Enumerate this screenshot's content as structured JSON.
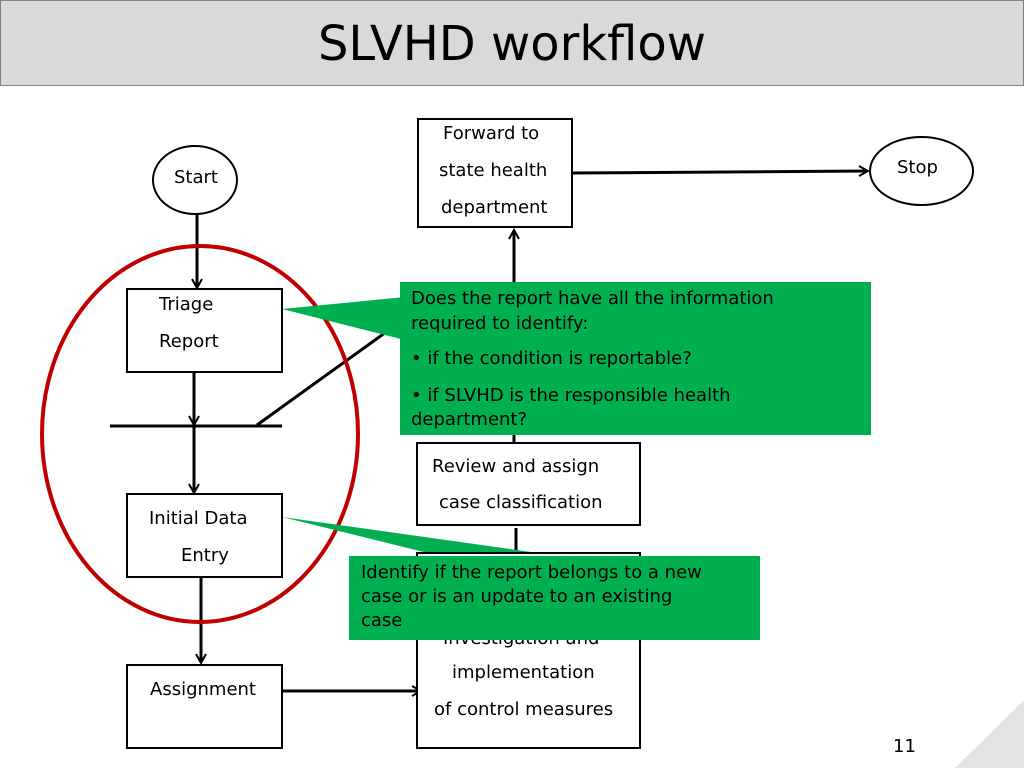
{
  "title": "SLVHD workflow",
  "nodes": {
    "start": "Start",
    "stop": "Stop",
    "forward": [
      "Forward to",
      "state health",
      "department"
    ],
    "triage": [
      "Triage",
      "Report"
    ],
    "initial": [
      "Initial Data",
      "Entry"
    ],
    "assignment": "Assignment",
    "review": [
      "Review and assign",
      "case classification"
    ],
    "investigation": [
      "Investigation and",
      "implementation",
      "of control measures"
    ]
  },
  "callouts": {
    "triage": {
      "lines": [
        "Does the report have all the information",
        "required to identify:",
        "• if the condition is reportable?",
        "• if SLVHD is the responsible health",
        "department?"
      ]
    },
    "initial": {
      "lines": [
        "Identify if the report belongs to a new",
        "case or is an update to an existing",
        "case"
      ]
    }
  },
  "page_number": "11",
  "colors": {
    "callout": "#00b050",
    "highlight_ellipse": "#c00000",
    "title_bar": "#d9d9d9"
  }
}
